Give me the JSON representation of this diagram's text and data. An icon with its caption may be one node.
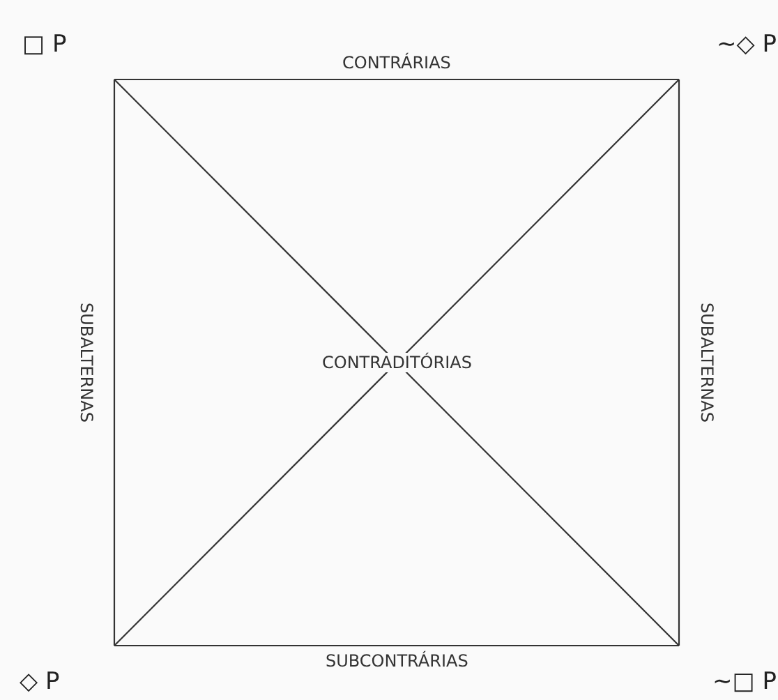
{
  "diagram": {
    "nodes": [
      {
        "text": [
          "□ P"
        ]
      },
      {
        "text": [
          "~◇ P"
        ]
      },
      {
        "text": [
          "◇ P"
        ]
      },
      {
        "text": [
          "~□ P"
        ]
      }
    ],
    "edges": [
      {
        "from": 0,
        "to": 1,
        "arrow": "none",
        "label": "CONTRÁRIAS"
      },
      {
        "from": 2,
        "to": 3,
        "arrow": "none",
        "label": "SUBCONTRÁRIAS"
      },
      {
        "from": 0,
        "to": 2,
        "arrow": "none",
        "label": "SUBALTERNAS"
      },
      {
        "from": 1,
        "to": 3,
        "arrow": "none",
        "label": "SUBALTERNAS"
      },
      {
        "from": 0,
        "to": 3,
        "arrow": "none",
        "label": "CONTRADITÓRIAS"
      },
      {
        "from": 1,
        "to": 2,
        "arrow": "none"
      }
    ]
  }
}
